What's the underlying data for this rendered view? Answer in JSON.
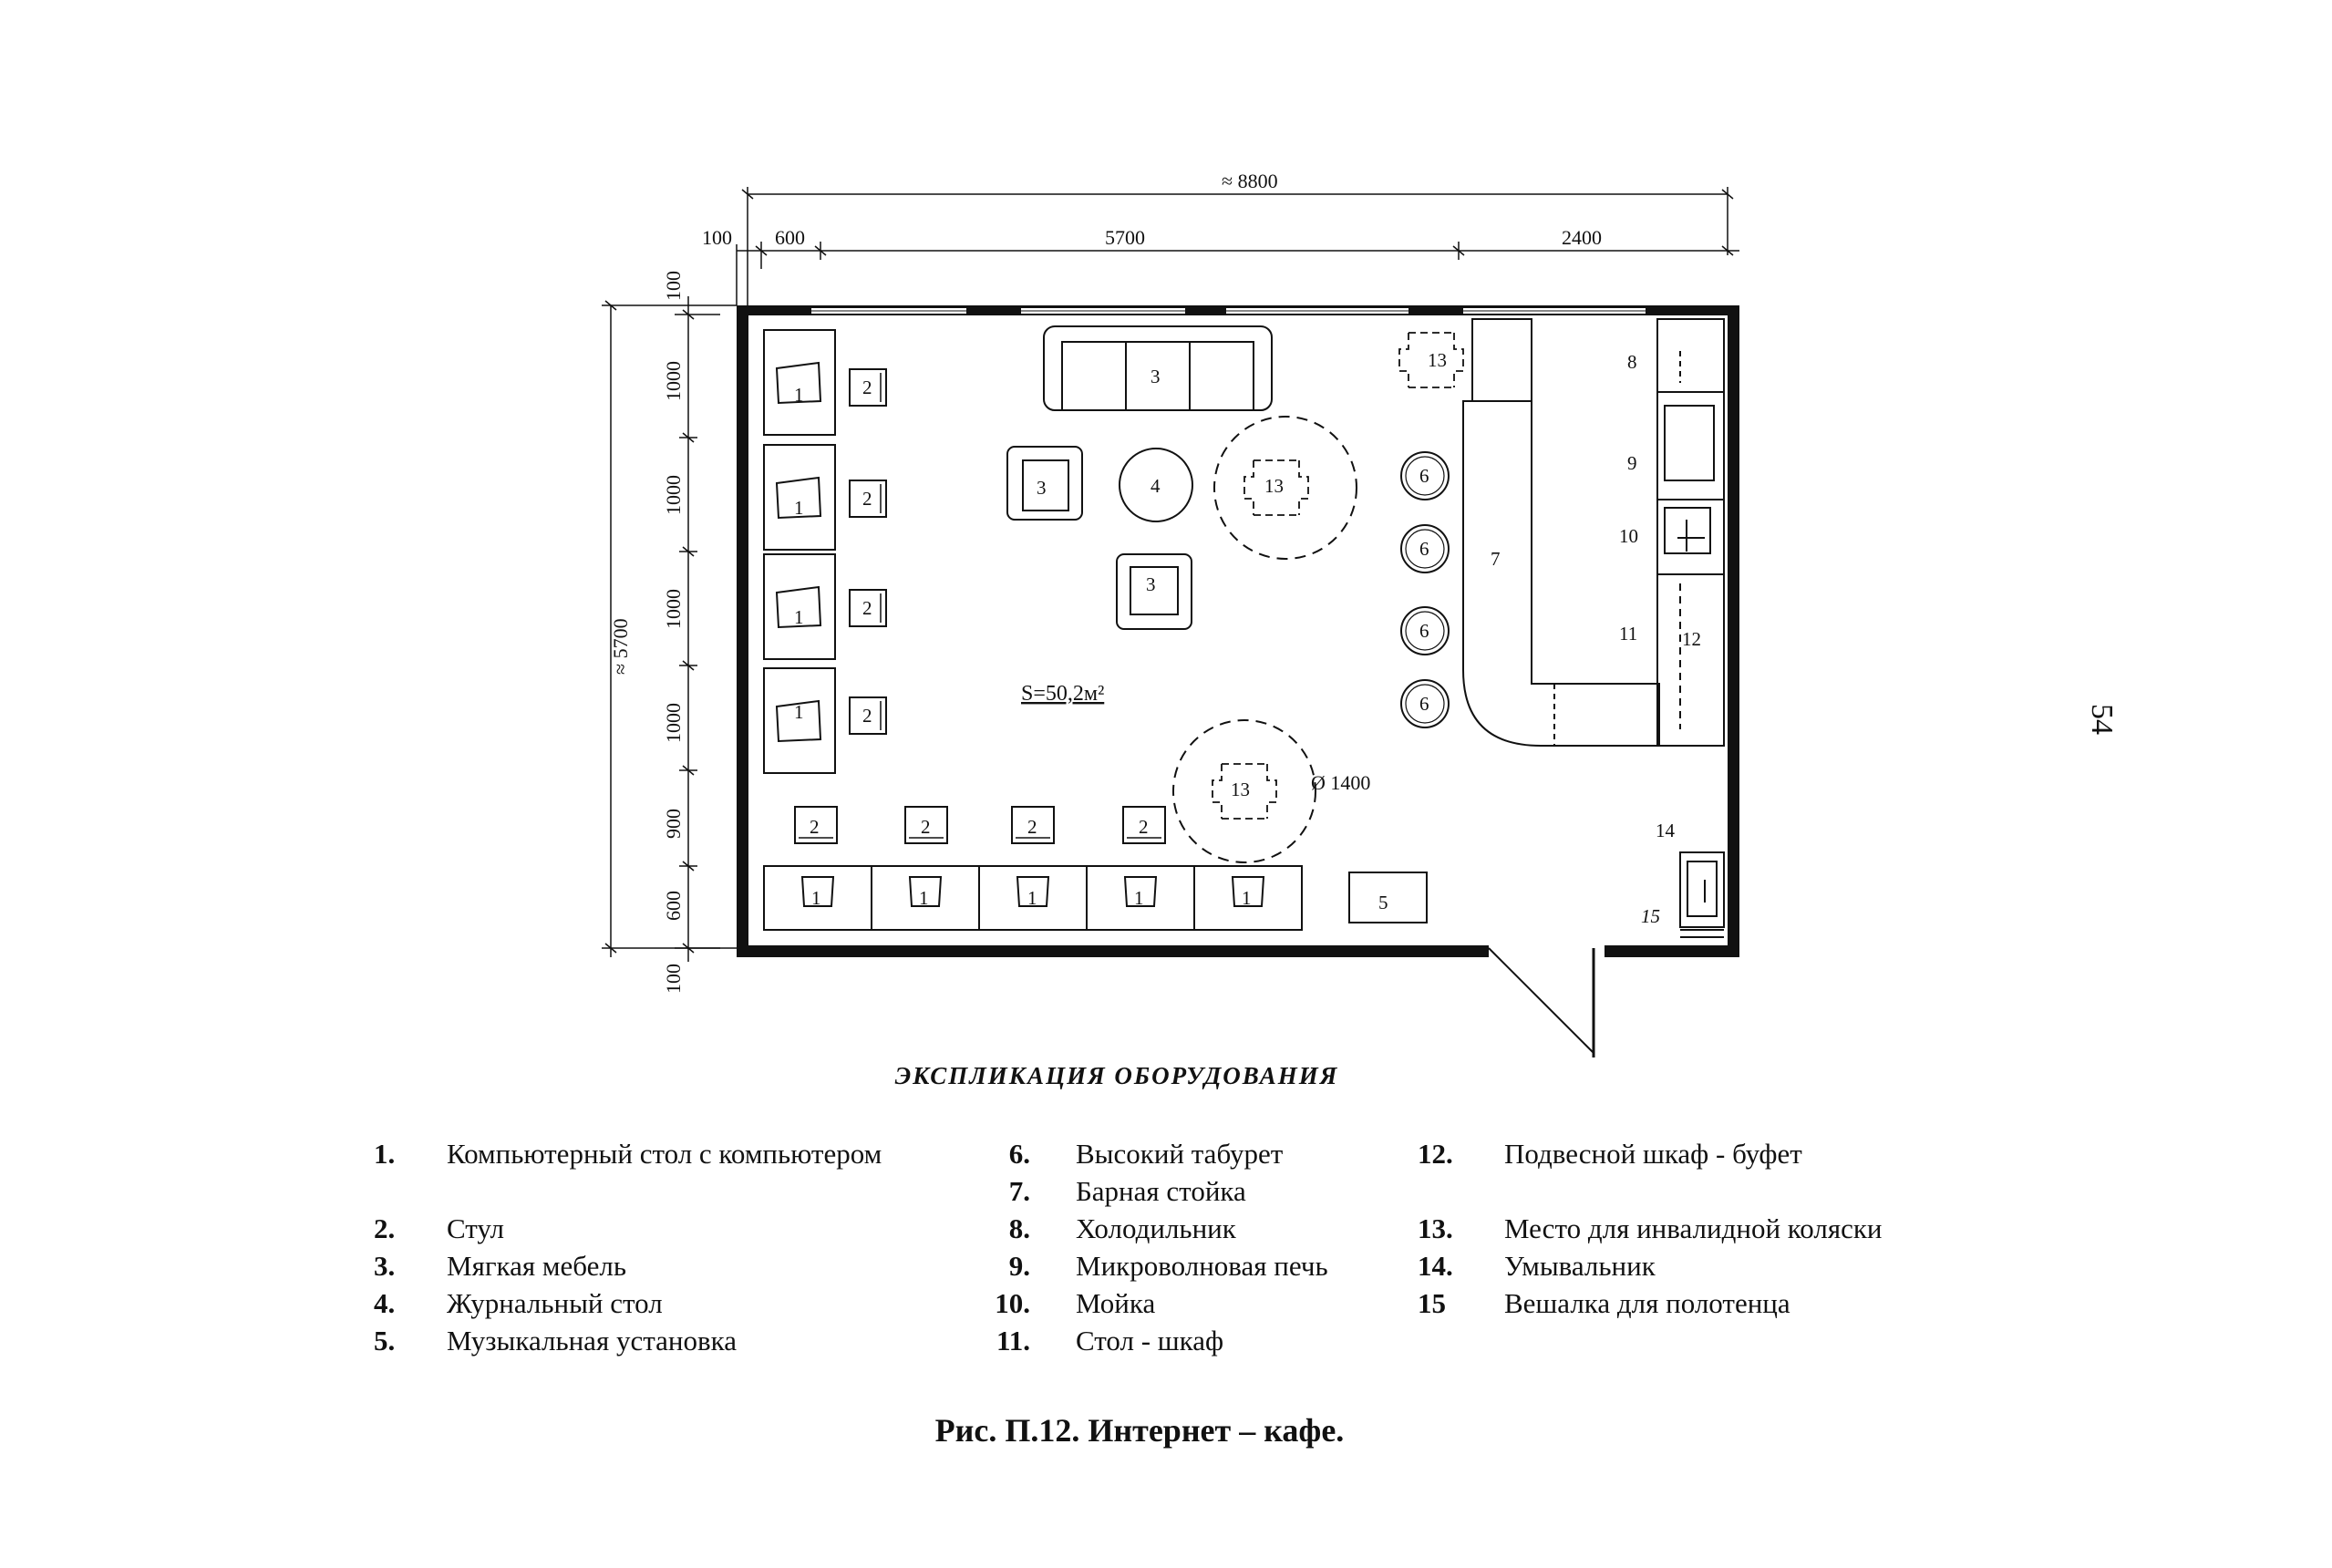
{
  "plan": {
    "dimensions": {
      "overall_width": "≈ 8800",
      "top_100": "100",
      "top_600": "600",
      "top_5700": "5700",
      "top_2400": "2400",
      "left_total": "≈ 5700",
      "left_100_top": "100",
      "left_1000_a": "1000",
      "left_1000_b": "1000",
      "left_1000_c": "1000",
      "left_1000_d": "1000",
      "left_900": "900",
      "left_600": "600",
      "left_100_bottom": "100",
      "circle_diameter": "Ø 1400"
    },
    "area_label": "S=50,2м²",
    "marks": {
      "m1": "1",
      "m2": "2",
      "m3": "3",
      "m4": "4",
      "m5": "5",
      "m6": "6",
      "m7": "7",
      "m8": "8",
      "m9": "9",
      "m10": "10",
      "m11": "11",
      "m12": "12",
      "m13": "13",
      "m14": "14",
      "m15": "15"
    }
  },
  "explication": {
    "title": "ЭКСПЛИКАЦИЯ ОБОРУДОВАНИЯ",
    "col1": [
      {
        "num": "1.",
        "text": "Компьютерный стол с компьютером"
      },
      {
        "num": "2.",
        "text": "Стул"
      },
      {
        "num": "3.",
        "text": "Мягкая мебель"
      },
      {
        "num": "4.",
        "text": "Журнальный стол"
      },
      {
        "num": "5.",
        "text": "Музыкальная установка"
      }
    ],
    "col2": [
      {
        "num": "6.",
        "text": "Высокий табурет"
      },
      {
        "num": "7.",
        "text": "Барная стойка"
      },
      {
        "num": "8.",
        "text": "Холодильник"
      },
      {
        "num": "9.",
        "text": "Микроволновая печь"
      },
      {
        "num": "10.",
        "text": "Мойка"
      },
      {
        "num": "11.",
        "text": "Стол - шкаф"
      }
    ],
    "col3": [
      {
        "num": "12.",
        "text": "Подвесной шкаф - буфет"
      },
      {
        "num": "13.",
        "text": "Место для инвалидной коляски"
      },
      {
        "num": "14.",
        "text": "Умывальник"
      },
      {
        "num": "15",
        "text": "Вешалка для полотенца"
      }
    ]
  },
  "caption": "Рис. П.12.  Интернет – кафе.",
  "page_number": "54"
}
